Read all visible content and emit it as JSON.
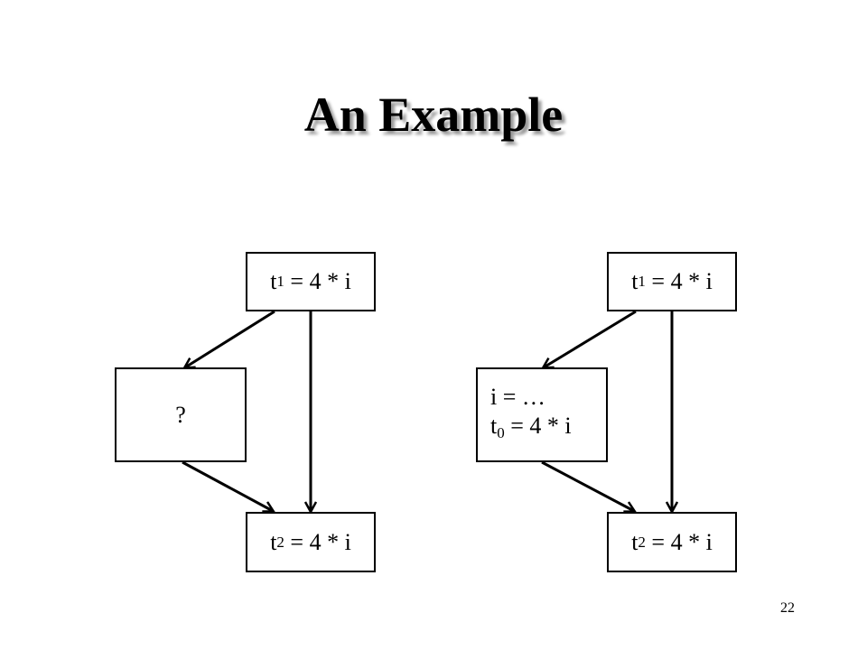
{
  "slide": {
    "title": "An Example",
    "page_number": "22"
  },
  "left_graph": {
    "top_block": {
      "var": "t",
      "sub": "1",
      "expr": " = 4 * i"
    },
    "middle_block": {
      "text": "?"
    },
    "bottom_block": {
      "var": "t",
      "sub": "2",
      "expr": " = 4 * i"
    }
  },
  "right_graph": {
    "top_block": {
      "var": "t",
      "sub": "1",
      "expr": " = 4 * i"
    },
    "middle_block": {
      "line1": "i = …",
      "line2": {
        "var": "t",
        "sub": "0",
        "expr": " = 4 * i"
      }
    },
    "bottom_block": {
      "var": "t",
      "sub": "2",
      "expr": " = 4 * i"
    }
  }
}
